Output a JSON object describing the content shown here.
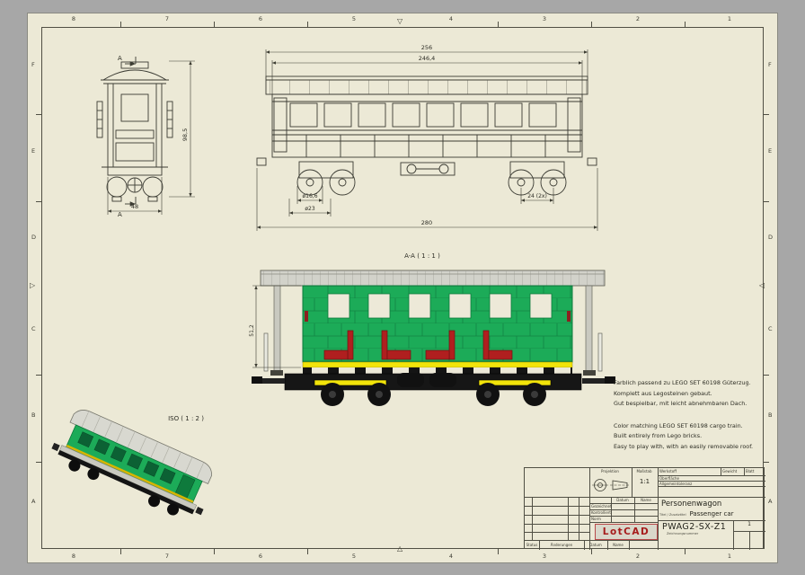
{
  "sheet": {
    "grid_cols": [
      "8",
      "7",
      "6",
      "5",
      "4",
      "3",
      "2",
      "1"
    ],
    "grid_rows": [
      "F",
      "E",
      "D",
      "C",
      "B",
      "A"
    ]
  },
  "views": {
    "front": {
      "section_mark": "A",
      "dim_height": "98,5",
      "dim_width": "48"
    },
    "side": {
      "dim_roof": "256",
      "dim_body": "246,4",
      "dim_wheel_d1": "ø16,6",
      "dim_wheel_d2": "ø23",
      "dim_axle_spacing": "24 (2x)",
      "dim_overall": "280"
    },
    "section": {
      "label": "A-A ( 1 : 1 )",
      "dim_height": "51,2"
    },
    "iso": {
      "label": "ISO ( 1 : 2 )"
    }
  },
  "notes": {
    "german": [
      "Farblich passend zu LEGO SET 60198 Güterzug.",
      "Komplett aus Legosteinen gebaut.",
      "Gut bespielbar, mit leicht abnehmbaren Dach."
    ],
    "english": [
      "Color matching LEGO SET 60198 cargo train.",
      "Built entirely from Lego bricks.",
      "Easy to play with, with an easily removable roof."
    ]
  },
  "title_block": {
    "projection_label": "Projektion",
    "scale_label": "Maßstab",
    "scale_value": "1:1",
    "col_date": "Datum",
    "col_name": "Name",
    "row_drawn": "Gezeichnet",
    "row_checked": "Kontrolliert",
    "row_standard": "Norm",
    "field1": "Werkstoff",
    "field2": "Gewicht",
    "field3": "Blatt",
    "field4": "Oberfläche",
    "field5": "Allgemeintoleranz",
    "title": "Personenwagon",
    "subtitle_label": "Titel / Zusatztitel",
    "subtitle": "Passenger car",
    "logo": "LotCAD",
    "drawing_number": "PWAG2-SX-Z1",
    "drawing_number_label": "Zeichnungsnummer",
    "sheet_no": "1",
    "bottom_status": "Status",
    "bottom_changes": "Änderungen",
    "bottom_date": "Datum",
    "bottom_name": "Name"
  },
  "colors": {
    "sheet_bg": "#ece9d6",
    "margin": "#a7a7a7",
    "line": "#3b3b33",
    "green": "#1cab58",
    "green_dark": "#0e7a3c",
    "yellow": "#f2e40a",
    "red": "#b01f1f",
    "roof": "#d2d2ca",
    "chassis": "#161616",
    "logo_red": "#a61b1b"
  }
}
